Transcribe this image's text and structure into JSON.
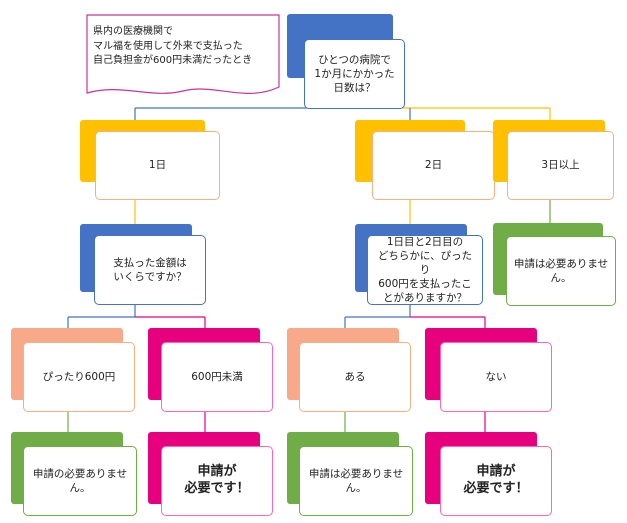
{
  "colors": {
    "blue": "#4472c4",
    "orange": "#ffc000",
    "orange_border": "#f4b183",
    "green": "#70ad47",
    "salmon": "#f8a98a",
    "salmon_border": "#f4b183",
    "magenta": "#e6007e",
    "magenta_border": "#ff66b3",
    "note_border": "#cc3399"
  },
  "note": "県内の医療機関で\nマル福を使用して外来で支払った\n自己負担金が600円未満だったとき",
  "root": "ひとつの病院で\n1か月にかかった\n日数は？",
  "days": {
    "one": "1日",
    "two": "2日",
    "three_plus": "3日以上"
  },
  "questions": {
    "amount": "支払った金額は\nいくらですか？",
    "exact600": "1日目と2日目の\nどちらかに、ぴったり\n600円を支払ったこ\nとがありますか？"
  },
  "answers": {
    "exactly_600": "ぴったり600円",
    "under_600": "600円未満",
    "yes": "ある",
    "no": "ない"
  },
  "results": {
    "not_required_a": "申請の必要ありませ\nん。",
    "required_a": "申請が\n必要です！",
    "not_required_b": "申請は必要ありませ\nん。",
    "required_b": "申請が\n必要です！",
    "not_required_c": "申請は必要ありませ\nん。"
  }
}
